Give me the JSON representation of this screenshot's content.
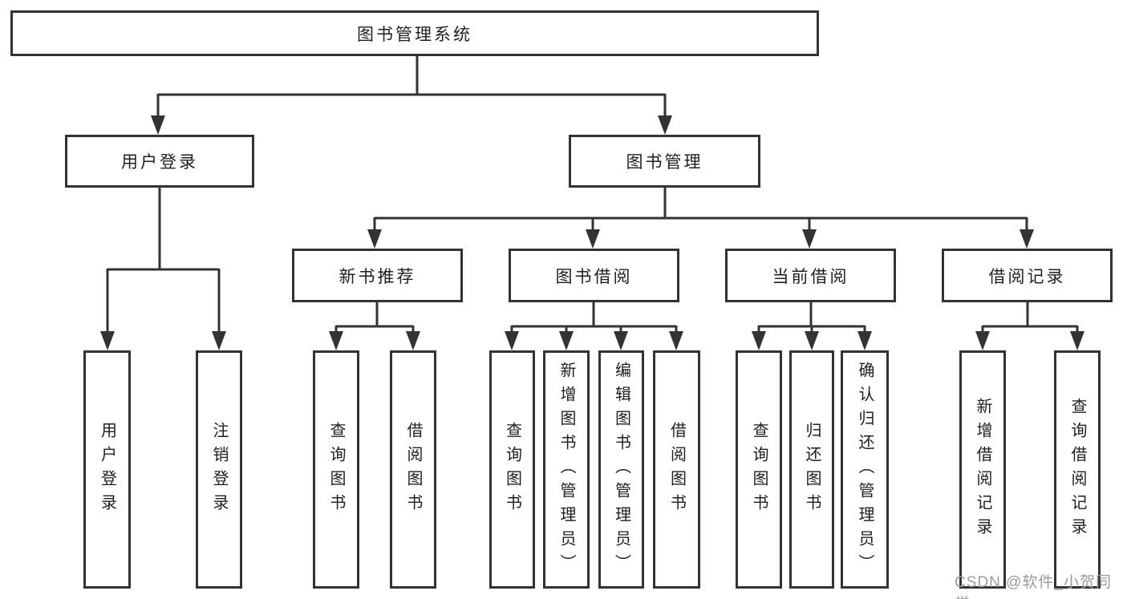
{
  "diagram": {
    "type": "tree",
    "title": "图书管理系统",
    "colors": {
      "line": "#333333",
      "text": "#1f1f1f",
      "box_fill": "#ffffff",
      "background": "#ffffff",
      "watermark": "#9b9b9b"
    },
    "nodes": {
      "root": "图书管理系统",
      "login": "用户登录",
      "management": "图书管理",
      "new_books": "新书推荐",
      "book_borrowing": "图书借阅",
      "current_borrowing": "当前借阅",
      "borrowing_records": "借阅记录",
      "login_user": "用户登录",
      "login_logout": "注销登录",
      "nb_query": "查询图书",
      "nb_borrow": "借阅图书",
      "bb_query": "查询图书",
      "bb_add": "新增图书（管理员）",
      "bb_edit": "编辑图书（管理员）",
      "bb_borrow": "借阅图书",
      "cb_query": "查询图书",
      "cb_return": "归还图书",
      "cb_confirm": "确认归还（管理员）",
      "br_add": "新增借阅记录",
      "br_query": "查询借阅记录"
    },
    "hierarchy": {
      "root": [
        "login",
        "management"
      ],
      "login": [
        "login_user",
        "login_logout"
      ],
      "management": [
        "new_books",
        "book_borrowing",
        "current_borrowing",
        "borrowing_records"
      ],
      "new_books": [
        "nb_query",
        "nb_borrow"
      ],
      "book_borrowing": [
        "bb_query",
        "bb_add",
        "bb_edit",
        "bb_borrow"
      ],
      "current_borrowing": [
        "cb_query",
        "cb_return",
        "cb_confirm"
      ],
      "borrowing_records": [
        "br_add",
        "br_query"
      ]
    },
    "watermark": "CSDN @软件_小贺同学"
  }
}
